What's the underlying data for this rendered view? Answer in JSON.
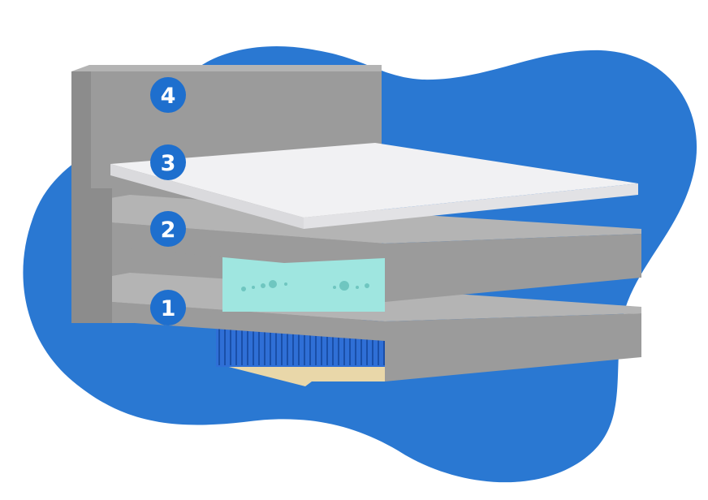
{
  "colors": {
    "blob": "#2a78d2",
    "badge": "#1e6fce",
    "gray_front": "#9b9b9b",
    "gray_top": "#b4b4b4",
    "gray_side": "#828282",
    "white_top": "#f1f1f3",
    "white_edge": "#dadadd",
    "gel": "#9fe6e0",
    "gel_dots": "#6fc6c0",
    "coils": "#2f6fd6",
    "base": "#e9d7a9"
  },
  "layers": [
    {
      "number": "1",
      "icon": "pocketed-coils"
    },
    {
      "number": "2",
      "icon": "gel-foam"
    },
    {
      "number": "3",
      "icon": "cover"
    },
    {
      "number": "4",
      "icon": "headboard"
    }
  ]
}
